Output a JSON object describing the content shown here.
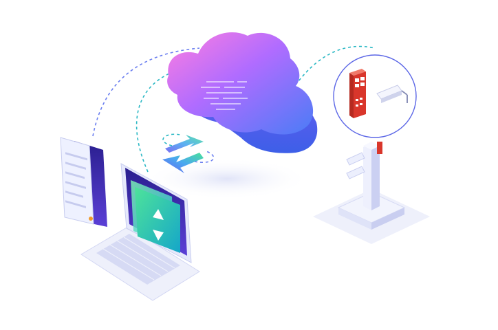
{
  "scene": {
    "nodes": [
      "cloud",
      "phone",
      "laptop",
      "router",
      "camera-pole"
    ]
  },
  "colors": {
    "cloud_pink": "#f06fd8",
    "cloud_purple": "#9a6bff",
    "cloud_blue": "#4e7cf7",
    "router_red": "#d9362b",
    "folder_green": "#3fdc8a",
    "folder_teal": "#19b8c8",
    "device_purple": "#5a3fd0",
    "link_dash_blue": "#6a7ef0",
    "link_dash_teal": "#2ab8c4"
  }
}
